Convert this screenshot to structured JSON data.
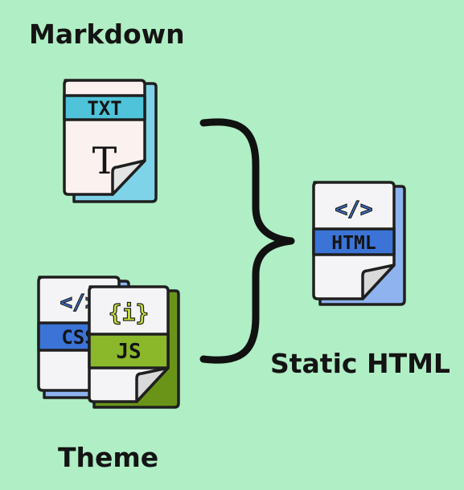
{
  "labels": {
    "markdown": "Markdown",
    "output": "Static HTML",
    "theme": "Theme"
  },
  "files": {
    "txt": {
      "tag": "TXT",
      "glyph": "T"
    },
    "html": {
      "tag": "HTML",
      "glyph": "</>"
    },
    "css": {
      "tag": "CSS",
      "glyph": "</>"
    },
    "js": {
      "tag": "JS",
      "glyph": "{i}"
    }
  },
  "colors": {
    "background": "#b0eec5",
    "txt_band": "#4fc3d9",
    "html_band": "#3b74d6",
    "css_band": "#3b74d6",
    "js_band": "#8ab82a",
    "outline": "#1f1f1f"
  }
}
